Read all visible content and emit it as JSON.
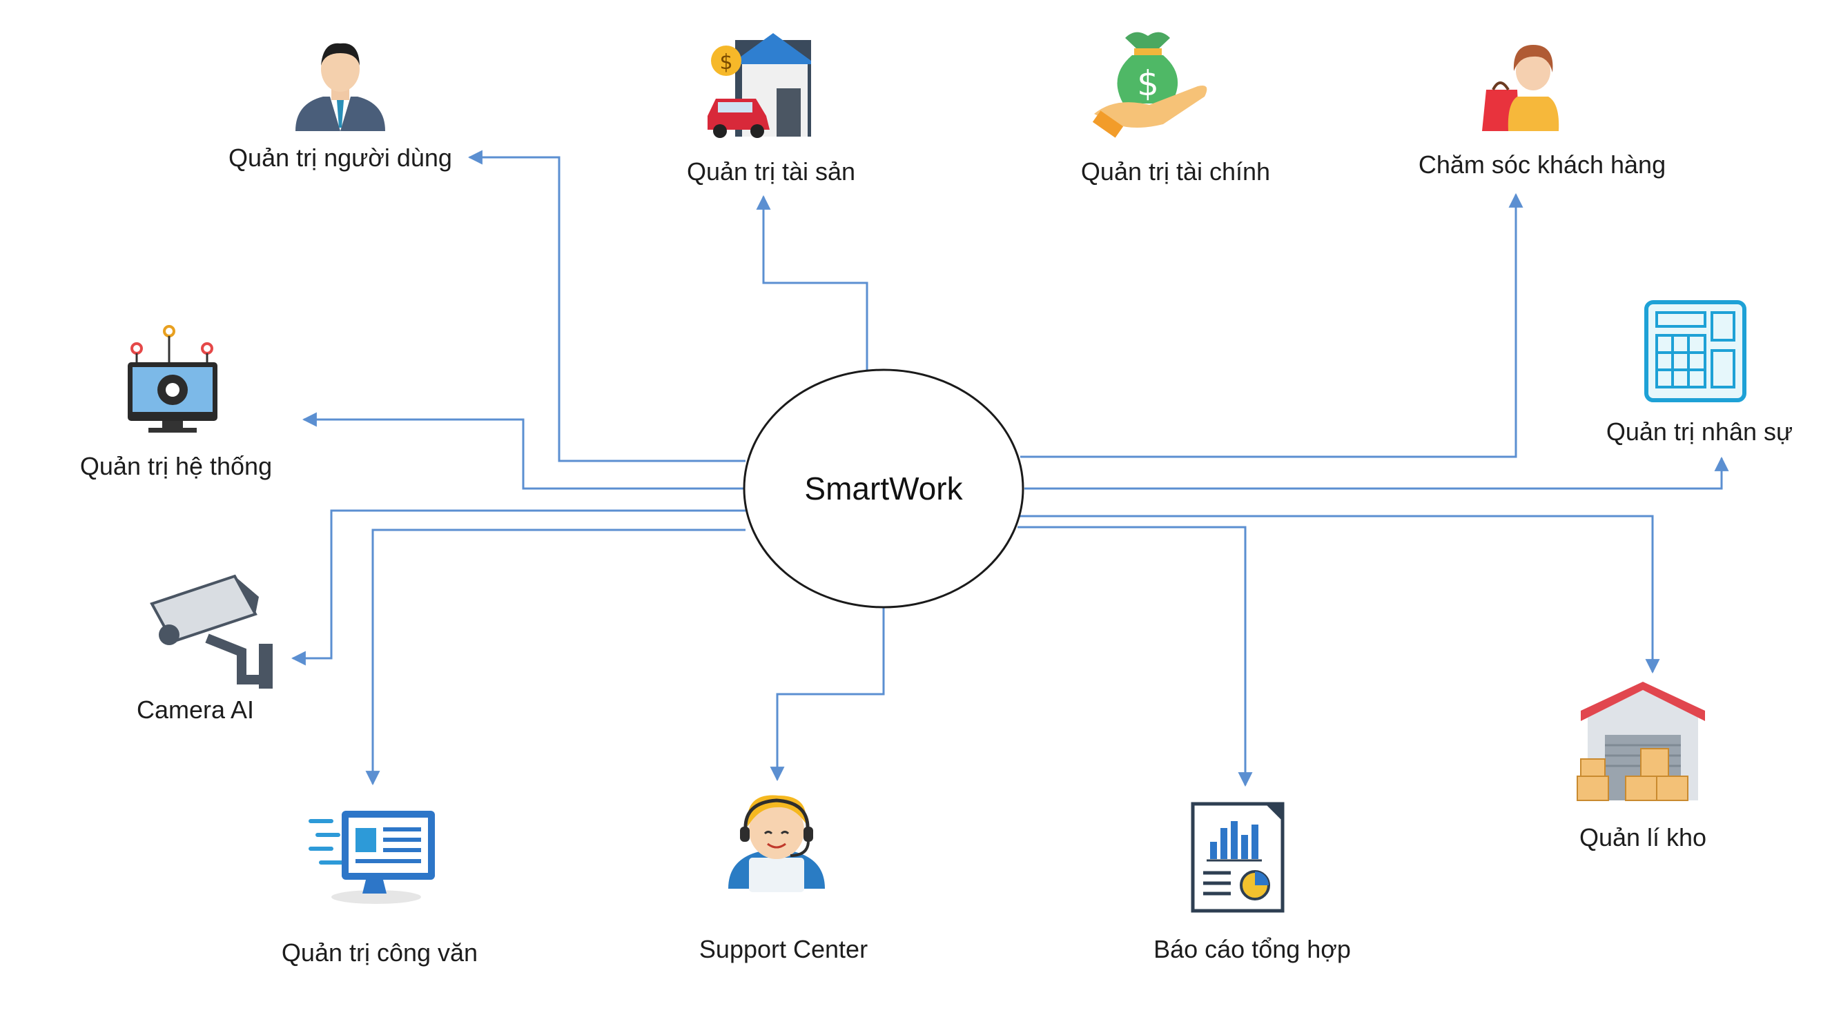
{
  "diagram": {
    "center": {
      "label": "SmartWork"
    },
    "nodes": [
      {
        "id": "user-admin",
        "label": "Quản trị người dùng",
        "icon": "businessman-icon"
      },
      {
        "id": "asset-admin",
        "label": "Quản trị tài sản",
        "icon": "house-car-icon"
      },
      {
        "id": "finance-admin",
        "label": "Quản trị tài chính",
        "icon": "money-bag-hand-icon"
      },
      {
        "id": "customer-care",
        "label": "Chăm sóc khách hàng",
        "icon": "shopper-woman-icon"
      },
      {
        "id": "system-admin",
        "label": "Quản trị hệ thống",
        "icon": "monitor-gear-icon"
      },
      {
        "id": "hr-admin",
        "label": "Quản trị nhân sự",
        "icon": "hr-terminal-icon"
      },
      {
        "id": "camera-ai",
        "label": "Camera AI",
        "icon": "security-camera-icon"
      },
      {
        "id": "document-admin",
        "label": "Quản trị công văn",
        "icon": "document-screen-icon"
      },
      {
        "id": "support-center",
        "label": "Support Center",
        "icon": "support-agent-icon"
      },
      {
        "id": "summary-report",
        "label": "Báo cáo tổng hợp",
        "icon": "report-chart-icon"
      },
      {
        "id": "warehouse",
        "label": "Quản lí kho",
        "icon": "warehouse-icon"
      }
    ],
    "colors": {
      "connector": "#5b8fd1",
      "ellipse_stroke": "#1a1a1a"
    }
  }
}
